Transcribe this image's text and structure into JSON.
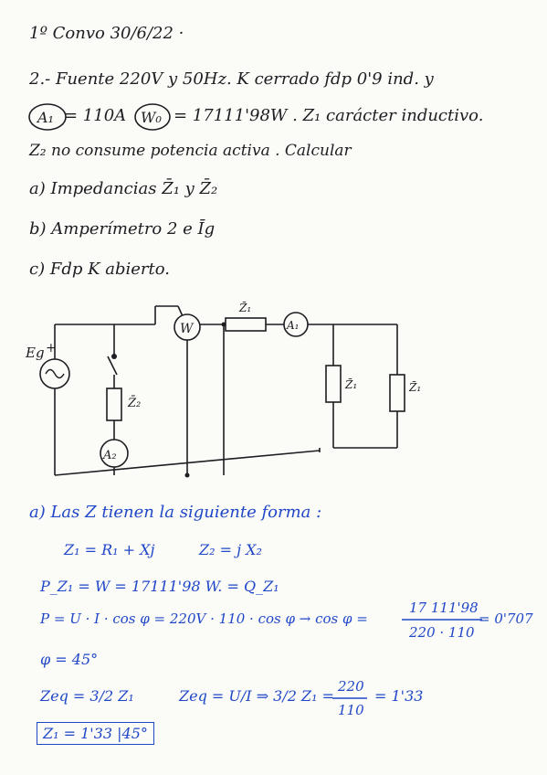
{
  "colors": {
    "ink_black": "#1d1d22",
    "ink_blue": "#1f47c7",
    "paper": "#fbfbf8"
  },
  "header": {
    "title": "1º Convo 30/6/22 ·"
  },
  "problem": {
    "line1": "2.- Fuente 220V y 50Hz. K cerrado fdp 0'9 ind. y",
    "a1_label": "A₁",
    "a1_value": "= 110A",
    "w_label": "W₀",
    "w_value": "= 17111'98W . Z₁ carácter inductivo.",
    "line3": "Z₂ no consume potencia activa . Calcular",
    "item_a": "a) Impedancias Z̄₁ y Z̄₂",
    "item_b": "b) Amperímetro 2 e Īg",
    "item_c": "c) Fdp K abierto."
  },
  "circuit": {
    "eg_label": "Eg",
    "plus": "+",
    "z1_top": "Z̄₁",
    "z2": "Z̄₂",
    "z1_a": "Z̄₁",
    "z1_b": "Z̄₁",
    "w": "W",
    "a1": "A₁",
    "a2": "A₂"
  },
  "solution": {
    "a_intro": "a) Las Z tienen la siguiente forma :",
    "z1_form": "Z₁ = R₁ + Xj",
    "z2_form": "Z₂ = j X₂",
    "pz1": "P_Z₁ = W = 17111'98 W. = Q_Z₁",
    "p_eq": "P = U · I · cos φ = 220V · 110 · cos φ → cos φ =",
    "frac_num": "17 111'98",
    "frac_den": "220 · 110",
    "frac_res": "= 0'707",
    "phi": "φ = 45°",
    "zeq1": "Zeq = 3/2 Z₁",
    "zeq2": "Zeq = U/I ⇒ 3/2 Z₁ =",
    "zeq_num": "220",
    "zeq_den": "110",
    "zeq_res": "= 1'33",
    "result": "Z₁ = 1'33 |45°"
  }
}
